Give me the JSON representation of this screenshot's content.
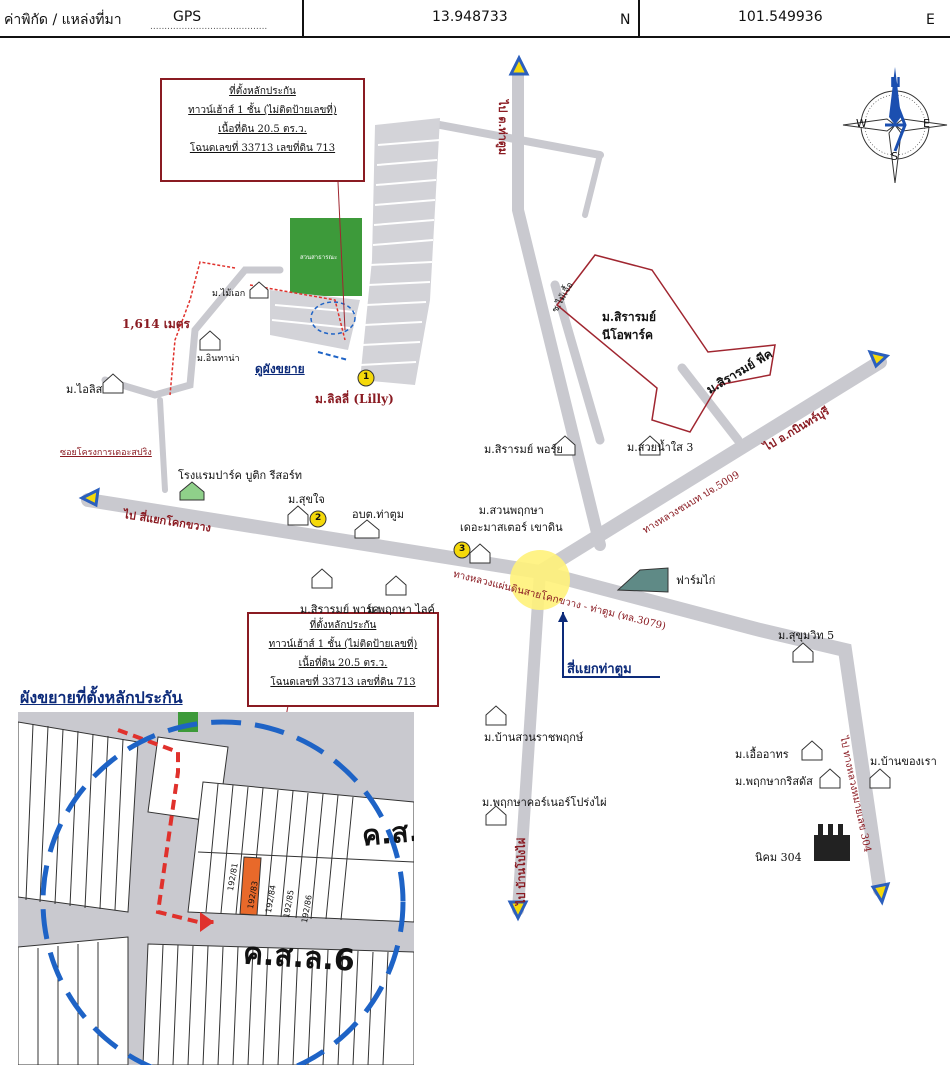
{
  "header": {
    "label": "ค่าพิกัด / แหล่งที่มา",
    "source": "GPS",
    "latitude": "13.948733",
    "lat_suffix": "N",
    "longitude": "101.549936",
    "lon_suffix": "E"
  },
  "compass": {
    "n": "N",
    "s": "S",
    "e": "E",
    "w": "W"
  },
  "callout": {
    "line1": "ที่ตั้งหลักประกัน",
    "line2": "ทาวน์เฮ้าส์ 1 ชั้น (ไม่ติดป้ายเลขที่)",
    "line3": "เนื้อที่ดิน 20.5 ตร.ว.",
    "line4": "โฉนดเลขที่ 33713 เลขที่ดิน 713"
  },
  "labels": {
    "road_north": "ไป ต.ท่าตูม",
    "road_east": "ไป อ.กบินทร์บุรี",
    "road_west": "ไป สี่แยกโคกขวาง",
    "highway_main": "ทางหลวงแผ่นดินสายโคกขวาง - ท่าตูม (ทล.3079)",
    "highway_ne": "ทางหลวงชนบท ปจ.5009",
    "road_south": "ไป บ้านโป่งไผ่",
    "road_se": "ไป ทางหลวงหมายเลข 304",
    "distance": "1,614 เมตร",
    "zoom_hint": "ดูผังขยาย",
    "lilly": "ม.ลิลลี่ (Lilly)",
    "sirarom_neo": "ม.สิรารมย์\nนีโอพาร์ค",
    "sirarom_peak": "ม.สิรารมย์ พีค",
    "sirarom_prime": "ม.สิรารมย์ พอร์ย",
    "sirarom_park": "ม.สิรารมย์ พาร์ค",
    "suai_nam_sai": "ม.สวยน้ำใส 3",
    "mai_ek": "ม.ไม้เอก",
    "in_tha_na": "ม.อินทาน่า",
    "ai_lis": "ม.ไอลิส",
    "soi": "ซอยโครงการเดอะสปริง",
    "resort": "โรงแรมปาร์ค บูติก รีสอร์ท",
    "suk_jai": "ม.สุขใจ",
    "obt": "อบต.ท่าตูม",
    "suan_phruksa": "ม.สวนพฤกษา\nเดอะมาสเตอร์ เขาดิน",
    "phruksa_like": "ม.พฤกษา ไลค์",
    "farm": "ฟาร์มไก่",
    "sukhumvit5": "ม.สุขุมวิท 5",
    "junction": "สี่แยกท่าตูม",
    "ban_suan": "ม.บ้านสวนราชพฤกษ์",
    "phruksa_corner": "ม.พฤกษาคอร์เนอร์โปร่งไผ่",
    "ue_athon": "ม.เอื้ออาทร",
    "phruksa_krisda": "ม.พฤกษากริสดัส",
    "ban_khong_rao": "ม.บ้านของเรา",
    "industrial": "นิคม 304",
    "mai_jeu": "ซ.ไม้เจื้อ",
    "park_label": "สวนสาธารณะ",
    "num1": "1",
    "num2": "2",
    "num3": "3"
  },
  "inset": {
    "title": "ผังขยายที่ตั้งหลักประกัน",
    "road_top": "ค.ส.",
    "road_bottom": "ค.ส.ล.6",
    "lots": [
      "192/81",
      "192/83",
      "192/84",
      "192/85",
      "192/86"
    ]
  },
  "colors": {
    "road": "#c9c9cf",
    "accent_red": "#8a1b22",
    "dashed_red": "#e0312c",
    "dashed_blue": "#1e63c6",
    "park_green": "#3d9a3a",
    "junction_yellow": "#fff27a"
  }
}
